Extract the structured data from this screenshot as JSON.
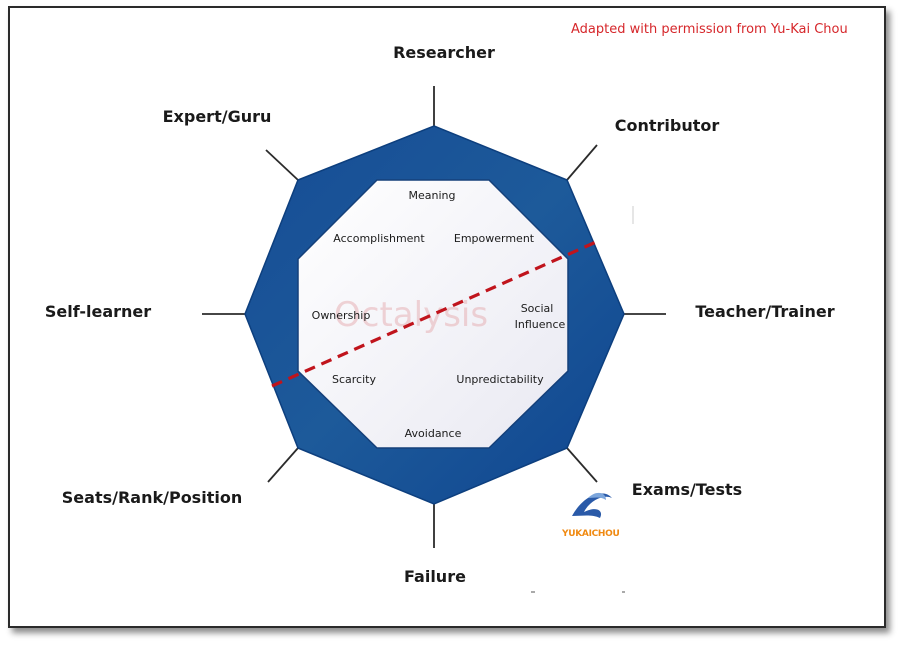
{
  "credit": "Adapted with permission from Yu-Kai Chou",
  "watermark": "Octalysis",
  "logo_text": "YUKAICHOU",
  "outer_labels": {
    "top": "Researcher",
    "top_right": "Contributor",
    "right": "Teacher/Trainer",
    "bottom_right": "Exams/Tests",
    "bottom": "Failure",
    "bottom_left": "Seats/Rank/Position",
    "left": "Self-learner",
    "top_left": "Expert/Guru"
  },
  "core_drives": {
    "meaning": "Meaning",
    "empowerment": "Empowerment",
    "social_influence_1": "Social",
    "social_influence_2": "Influence",
    "unpredictability": "Unpredictability",
    "avoidance": "Avoidance",
    "scarcity": "Scarcity",
    "ownership": "Ownership",
    "accomplishment": "Accomplishment"
  },
  "colors": {
    "octagon_outer": "#1d4f93",
    "octagon_inner_fill": "#f2f2f8",
    "dashed_line": "#c0141c",
    "credit_text": "#d6272b"
  }
}
